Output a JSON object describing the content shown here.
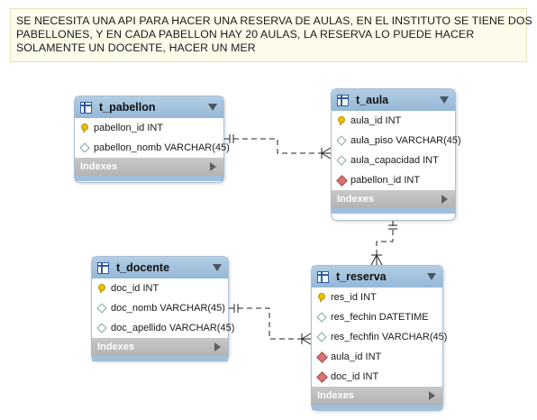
{
  "note": {
    "lines": [
      "SE NECESITA UNA API PARA HACER UNA RESERVA DE AULAS, EN EL INSTITUTO SE TIENE DOS",
      "PABELLONES, Y EN CADA PABELLON HAY 20 AULAS, LA RESERVA LO PUEDE HACER",
      "SOLAMENTE UN DOCENTE, HACER UN MER"
    ]
  },
  "tables": {
    "pabellon": {
      "name": "t_pabellon",
      "columns": [
        {
          "text": "pabellon_id INT",
          "key": "pk"
        },
        {
          "text": "pabellon_nomb VARCHAR(45)",
          "key": "attr"
        }
      ],
      "indexes_label": "Indexes"
    },
    "aula": {
      "name": "t_aula",
      "columns": [
        {
          "text": "aula_id INT",
          "key": "pk"
        },
        {
          "text": "aula_piso VARCHAR(45)",
          "key": "attr"
        },
        {
          "text": "aula_capacidad INT",
          "key": "attr"
        },
        {
          "text": "pabellon_id INT",
          "key": "fk"
        }
      ],
      "indexes_label": "Indexes"
    },
    "docente": {
      "name": "t_docente",
      "columns": [
        {
          "text": "doc_id INT",
          "key": "pk"
        },
        {
          "text": "doc_nomb VARCHAR(45)",
          "key": "attr"
        },
        {
          "text": "doc_apellido VARCHAR(45)",
          "key": "attr"
        }
      ],
      "indexes_label": "Indexes"
    },
    "reserva": {
      "name": "t_reserva",
      "columns": [
        {
          "text": "res_id INT",
          "key": "pk"
        },
        {
          "text": "res_fechin DATETIME",
          "key": "attr"
        },
        {
          "text": "res_fechfin VARCHAR(45)",
          "key": "attr"
        },
        {
          "text": "aula_id INT",
          "key": "fk"
        },
        {
          "text": "doc_id INT",
          "key": "fk"
        }
      ],
      "indexes_label": "Indexes"
    }
  },
  "relationships": [
    {
      "from": "t_pabellon",
      "to": "t_aula",
      "from_end": "one",
      "to_end": "many"
    },
    {
      "from": "t_aula",
      "to": "t_reserva",
      "from_end": "one",
      "to_end": "many"
    },
    {
      "from": "t_docente",
      "to": "t_reserva",
      "from_end": "one",
      "to_end": "many"
    }
  ]
}
